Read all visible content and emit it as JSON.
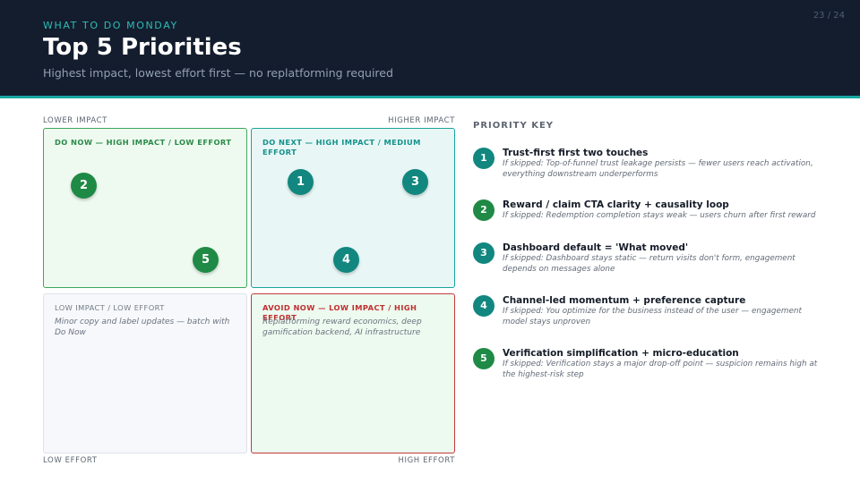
{
  "header": {
    "eyebrow": "WHAT TO DO MONDAY",
    "title": "Top 5 Priorities",
    "subtitle": "Highest impact, lowest effort first — no replatforming required",
    "page_number": "23 / 24"
  },
  "axes": {
    "lower_impact": "LOWER IMPACT",
    "higher_impact": "HIGHER IMPACT",
    "low_effort": "LOW EFFORT",
    "high_effort": "HIGH EFFORT"
  },
  "quadrants": {
    "do_now": {
      "label": "DO NOW — HIGH IMPACT / LOW EFFORT"
    },
    "do_next": {
      "label": "DO NEXT — HIGH IMPACT / MEDIUM EFFORT"
    },
    "low_low": {
      "label": "LOW IMPACT / LOW EFFORT",
      "note": "Minor copy and label updates — batch with Do Now"
    },
    "avoid_now": {
      "label": "AVOID NOW — LOW IMPACT / HIGH EFFORT",
      "note": "Replatforming reward economics, deep gamification backend, AI infrastructure"
    }
  },
  "bubbles": {
    "b1": "1",
    "b2": "2",
    "b3": "3",
    "b4": "4",
    "b5": "5"
  },
  "colors": {
    "header_bg": "#131d2e",
    "accent_teal": "#16a7a3",
    "do_now_green": "#1f8a45",
    "do_next_teal": "#11877f",
    "avoid_red": "#c23a3a"
  },
  "key": {
    "title": "PRIORITY KEY",
    "items": [
      {
        "number": "1",
        "title": "Trust-first first two touches",
        "desc": "If skipped: Top-of-funnel trust leakage persists — fewer users reach activation, everything downstream underperforms"
      },
      {
        "number": "2",
        "title": "Reward / claim CTA clarity + causality loop",
        "desc": "If skipped: Redemption completion stays weak — users churn after first reward"
      },
      {
        "number": "3",
        "title": "Dashboard default = 'What moved'",
        "desc": "If skipped: Dashboard stays static — return visits don't form, engagement depends on messages alone"
      },
      {
        "number": "4",
        "title": "Channel-led momentum + preference capture",
        "desc": "If skipped: You optimize for the business instead of the user — engagement model stays unproven"
      },
      {
        "number": "5",
        "title": "Verification simplification + micro-education",
        "desc": "If skipped: Verification stays a major drop-off point — suspicion remains high at the highest-risk step"
      }
    ]
  }
}
